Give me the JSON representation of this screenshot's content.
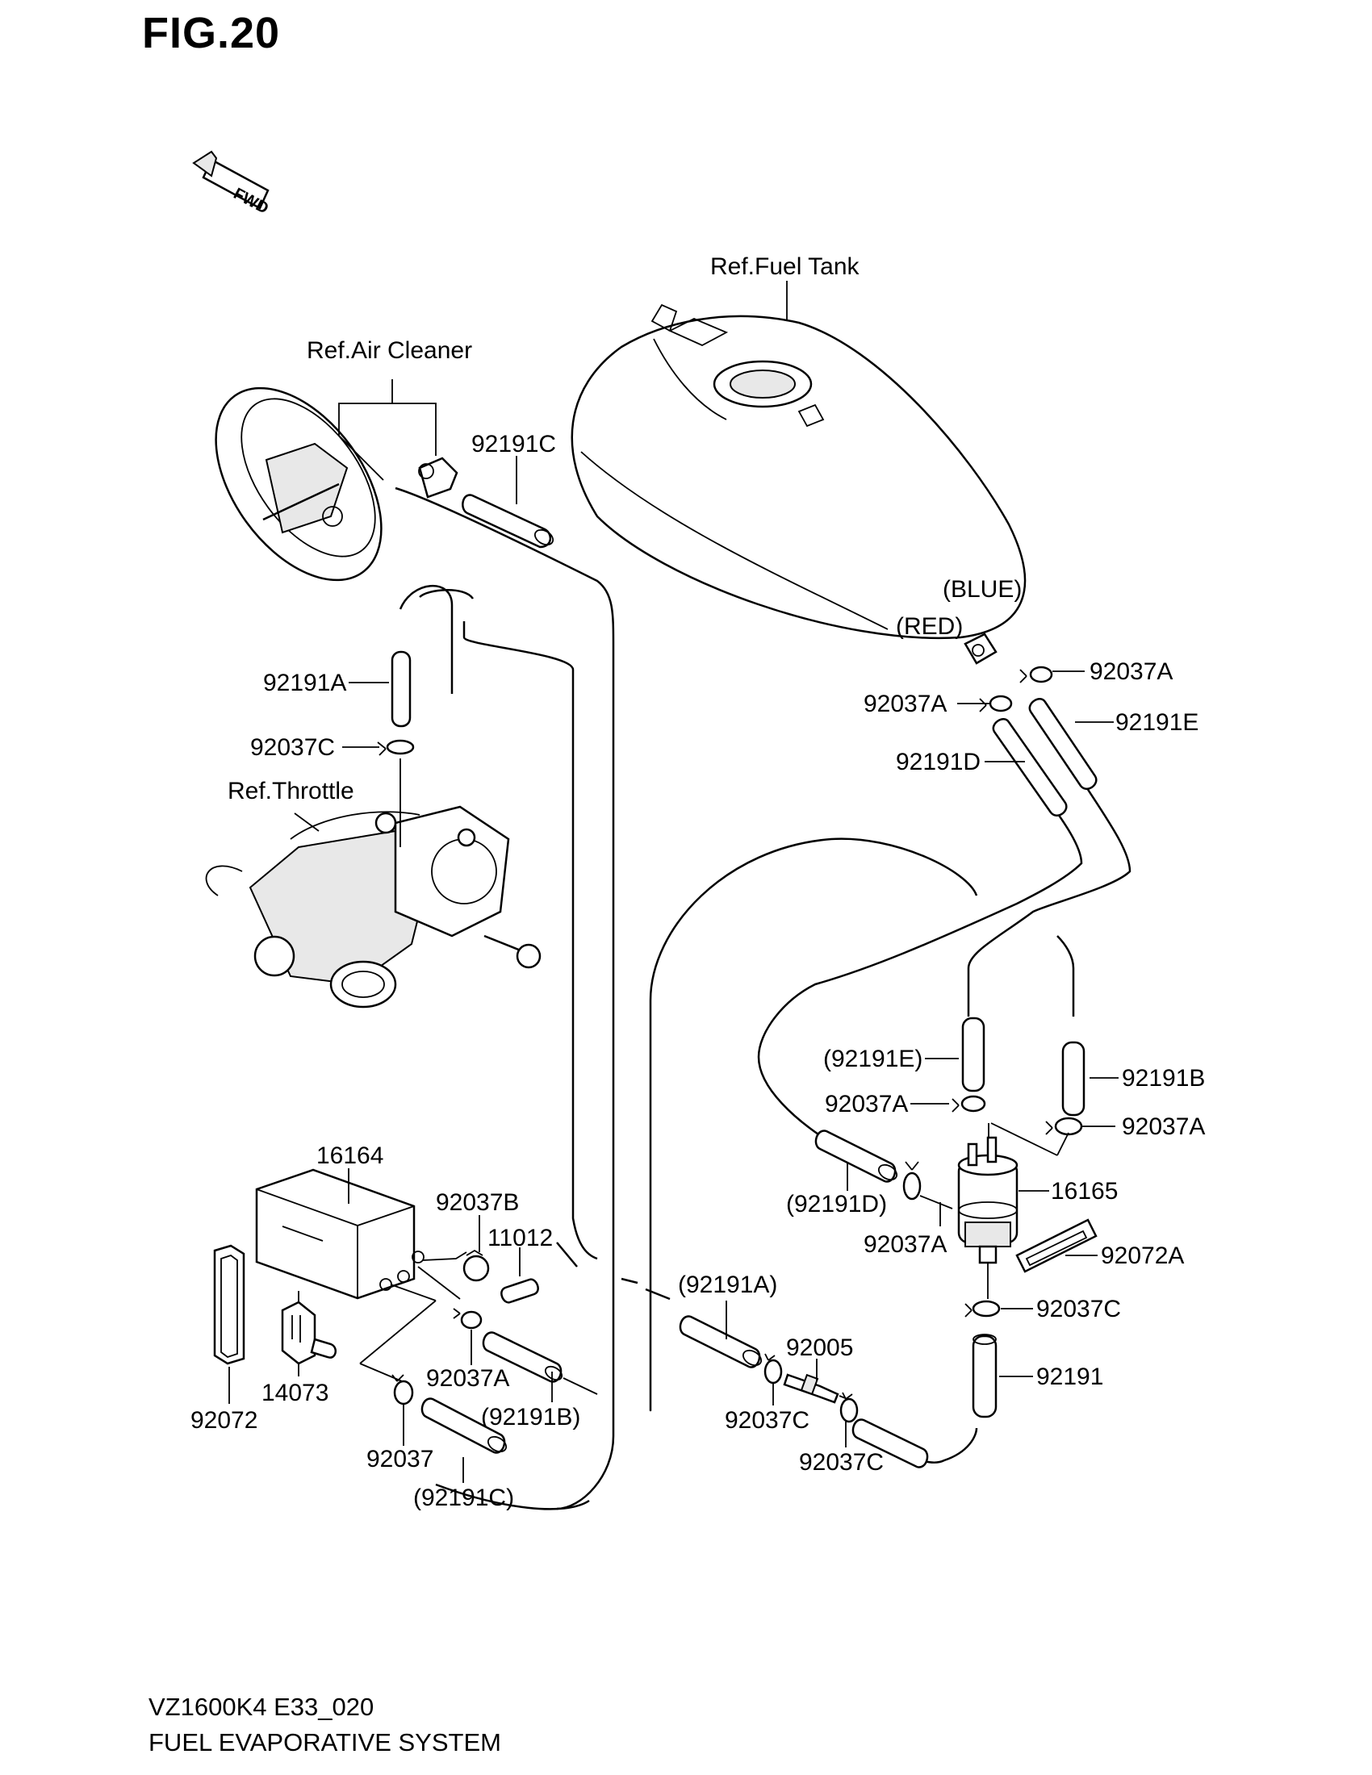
{
  "figure": {
    "title": "FIG.20"
  },
  "footer": {
    "model_code": "VZ1600K4 E33_020",
    "section_name": "FUEL EVAPORATIVE SYSTEM"
  },
  "direction_marker": {
    "text": "FWD",
    "icon": "fwd-arrow-icon"
  },
  "reference_labels": {
    "fuel_tank": "Ref.Fuel Tank",
    "air_cleaner": "Ref.Air Cleaner",
    "throttle": "Ref.Throttle"
  },
  "color_labels": {
    "blue": "(BLUE)",
    "red": "(RED)"
  },
  "part_labels": {
    "p92191C_top": "92191C",
    "p92037A_tank_right": "92037A",
    "p92037A_tank_left": "92037A",
    "p92191E_tank": "92191E",
    "p92191D_tank": "92191D",
    "p92191A_top": "92191A",
    "p92037C_top": "92037C",
    "p92191E_paren": "(92191E)",
    "p92191B_right": "92191B",
    "p92037A_sep_left": "92037A",
    "p92037A_sep_right": "92037A",
    "p92191D_paren": "(92191D)",
    "p16165": "16165",
    "p92037A_sep_low": "92037A",
    "p92072A": "92072A",
    "p92037C_sep": "92037C",
    "p92191": "92191",
    "p16164": "16164",
    "p92037B": "92037B",
    "p11012": "11012",
    "p14073": "14073",
    "p92072": "92072",
    "p92037A_can": "92037A",
    "p92191B_paren": "(92191B)",
    "p92037": "92037",
    "p92191C_paren": "(92191C)",
    "p92191A_paren": "(92191A)",
    "p92005": "92005",
    "p92037C_low1": "92037C",
    "p92037C_low2": "92037C"
  }
}
